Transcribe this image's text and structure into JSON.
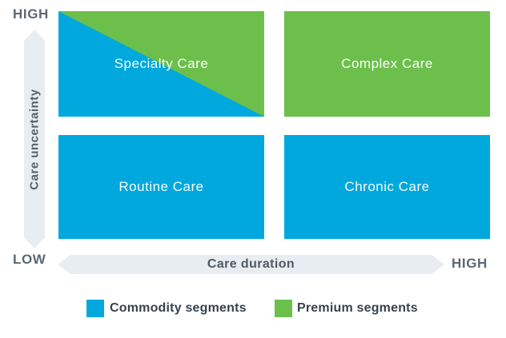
{
  "title": "Care segmentation 2x2 matrix",
  "colors": {
    "commodity_blue": "#00a8de",
    "premium_green": "#6cbf4b",
    "axis_ribbon": "#e8edf1",
    "axis_title_text": "#56626c",
    "endpoint_text": "#5c6873",
    "legend_text": "#37424c",
    "box_label_text": "#ffffff"
  },
  "y_axis": {
    "high_label": "HIGH",
    "title": "Care uncertainty"
  },
  "x_axis": {
    "low_label": "LOW",
    "title": "Care duration",
    "high_label": "HIGH"
  },
  "quadrants": {
    "top_left": {
      "label": "Specialty Care",
      "fill": "diagonal split: commodity lower-left, premium upper-right"
    },
    "top_right": {
      "label": "Complex Care",
      "fill": "premium"
    },
    "bottom_left": {
      "label": "Routine Care",
      "fill": "commodity"
    },
    "bottom_right": {
      "label": "Chronic Care",
      "fill": "commodity"
    }
  },
  "legend": {
    "items": [
      {
        "label": "Commodity segments",
        "color": "#00a8de"
      },
      {
        "label": "Premium segments",
        "color": "#6cbf4b"
      }
    ]
  }
}
